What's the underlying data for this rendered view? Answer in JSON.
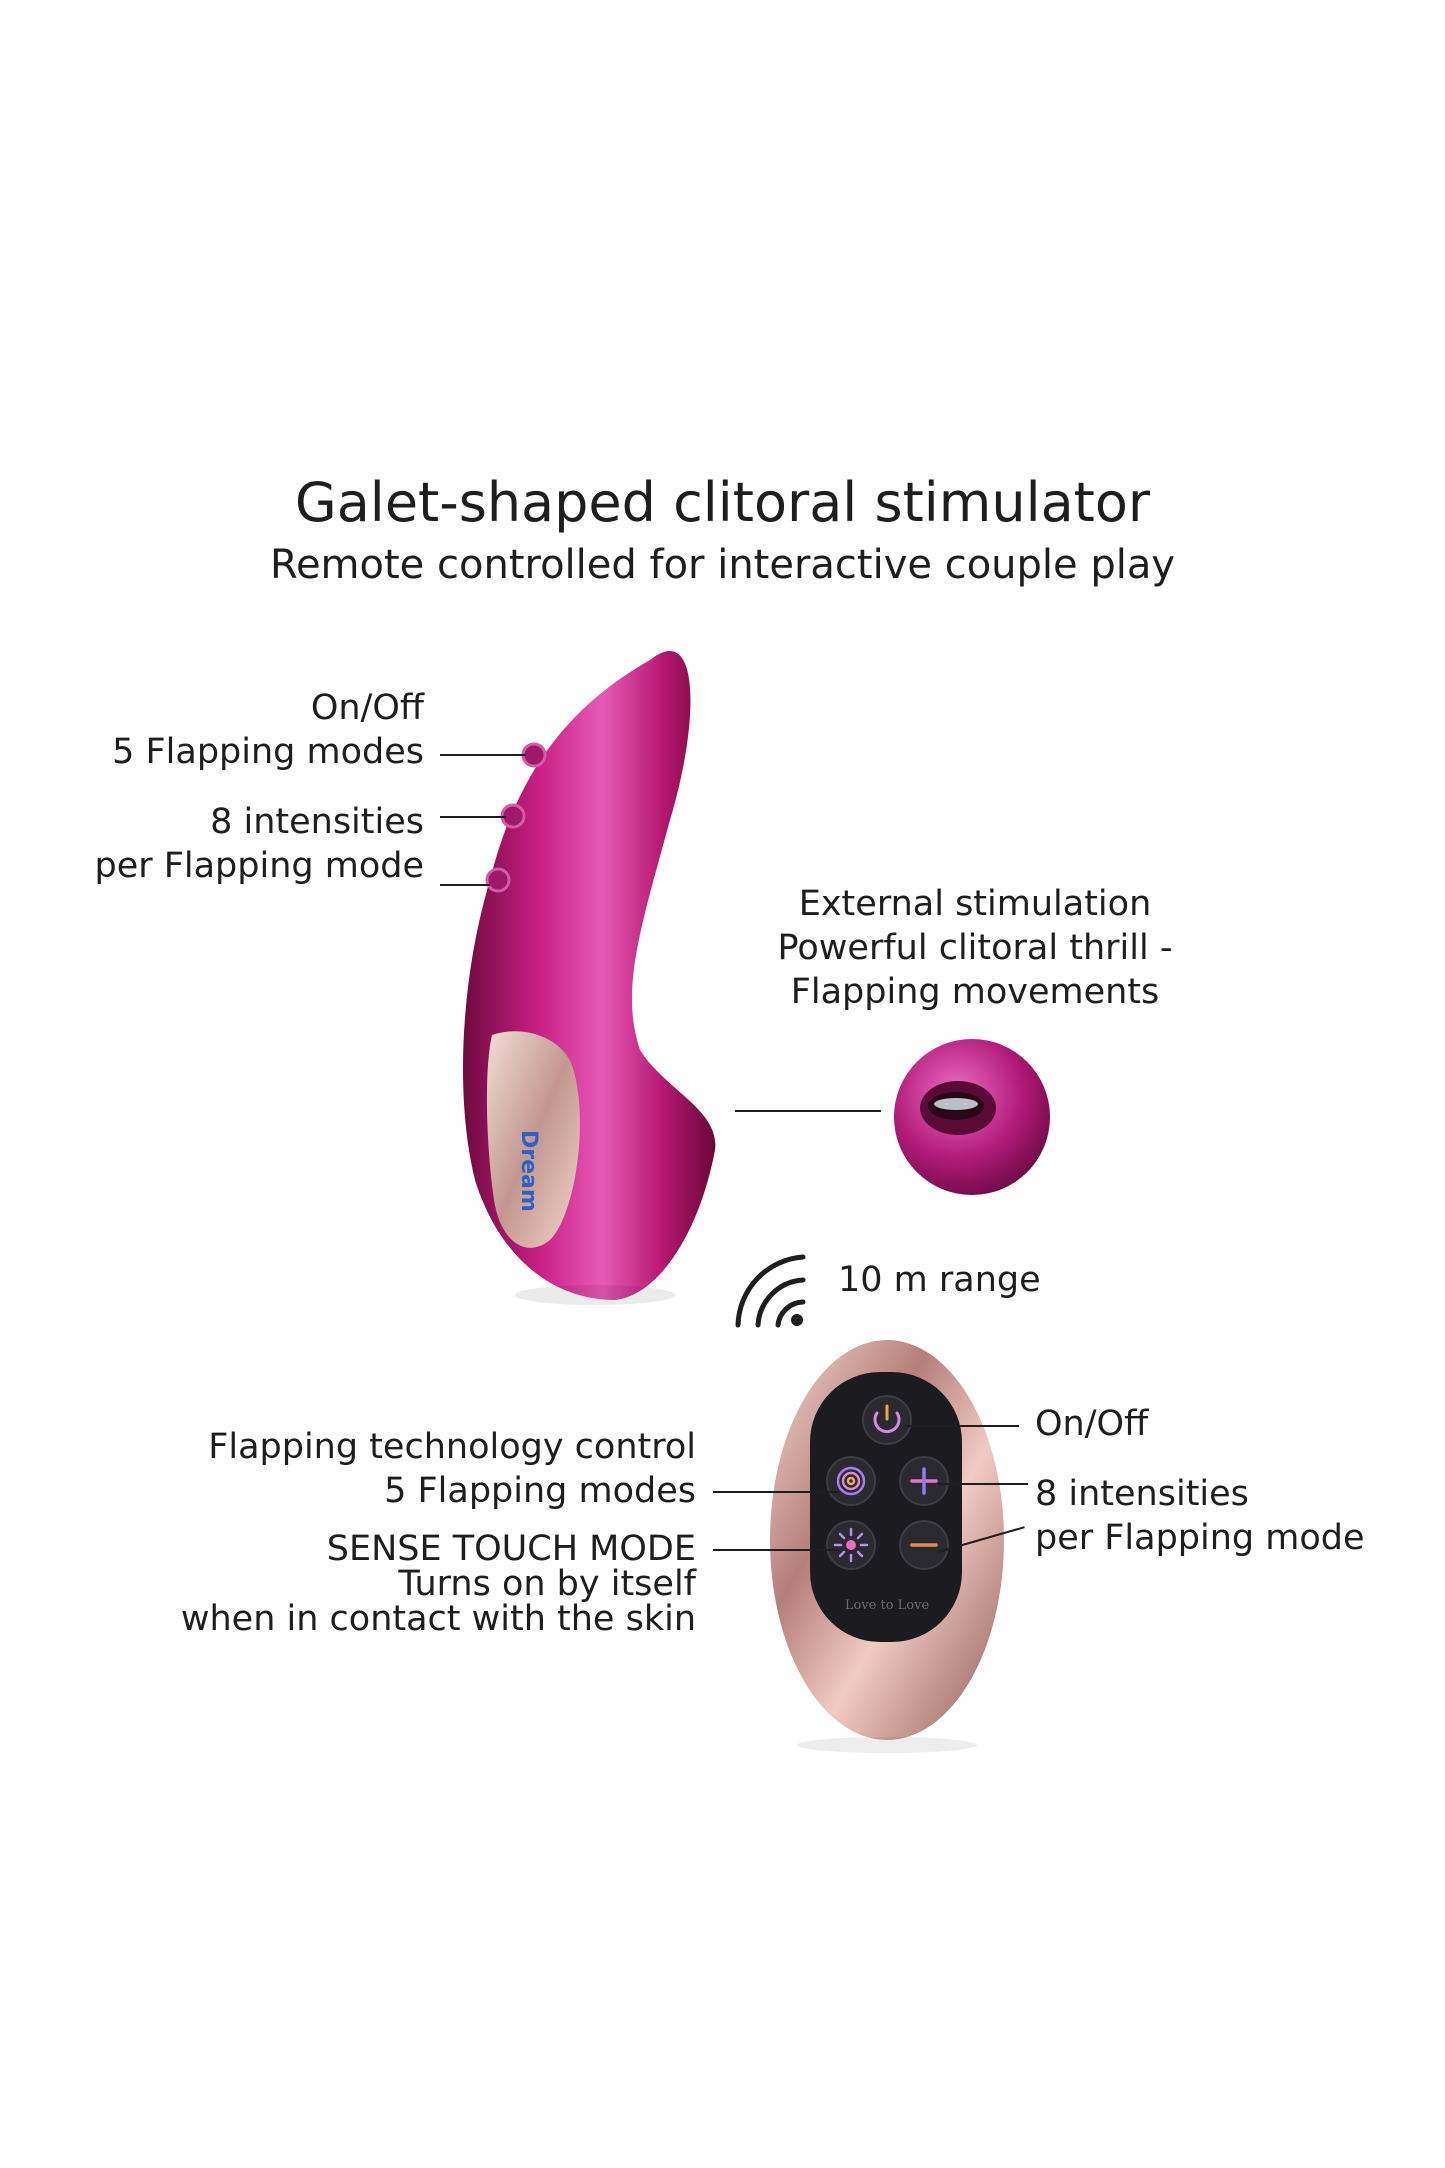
{
  "header": {
    "title": "Galet-shaped clitoral stimulator",
    "subtitle": "Remote controlled for interactive couple play"
  },
  "device": {
    "buttons_label": [
      "On/Off",
      "5 Flapping modes"
    ],
    "intensity_label": [
      "8 intensities",
      "per Flapping mode"
    ],
    "brand_text": "Dream"
  },
  "head": {
    "label": [
      "External stimulation",
      "Powerful clitoral thrill -",
      "Flapping movements"
    ]
  },
  "range": {
    "label": "10 m range"
  },
  "remote": {
    "left_top": [
      "Flapping technology control",
      "5 Flapping modes"
    ],
    "left_bottom": [
      "SENSE TOUCH MODE",
      "Turns on by itself",
      "when in contact with the skin"
    ],
    "right_top": "On/Off",
    "right_bottom": [
      "8 intensities",
      "per Flapping mode"
    ],
    "brand_text": "Love to Love"
  },
  "colors": {
    "device": "#c2187a",
    "remote_shell": "#e6b5ad",
    "remote_panel": "#1a1a1e"
  }
}
